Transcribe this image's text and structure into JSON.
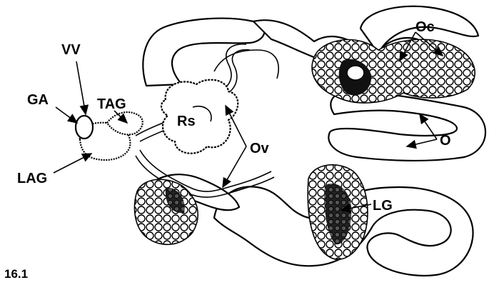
{
  "figure": {
    "number": "16.1",
    "labels": {
      "vv": "VV",
      "ga": "GA",
      "tag": "TAG",
      "lag": "LAG",
      "rs": "Rs",
      "ov": "Ov",
      "oc": "Oc",
      "o": "O",
      "lg": "LG"
    }
  },
  "colors": {
    "ink": "#000000",
    "paper": "#ffffff"
  }
}
